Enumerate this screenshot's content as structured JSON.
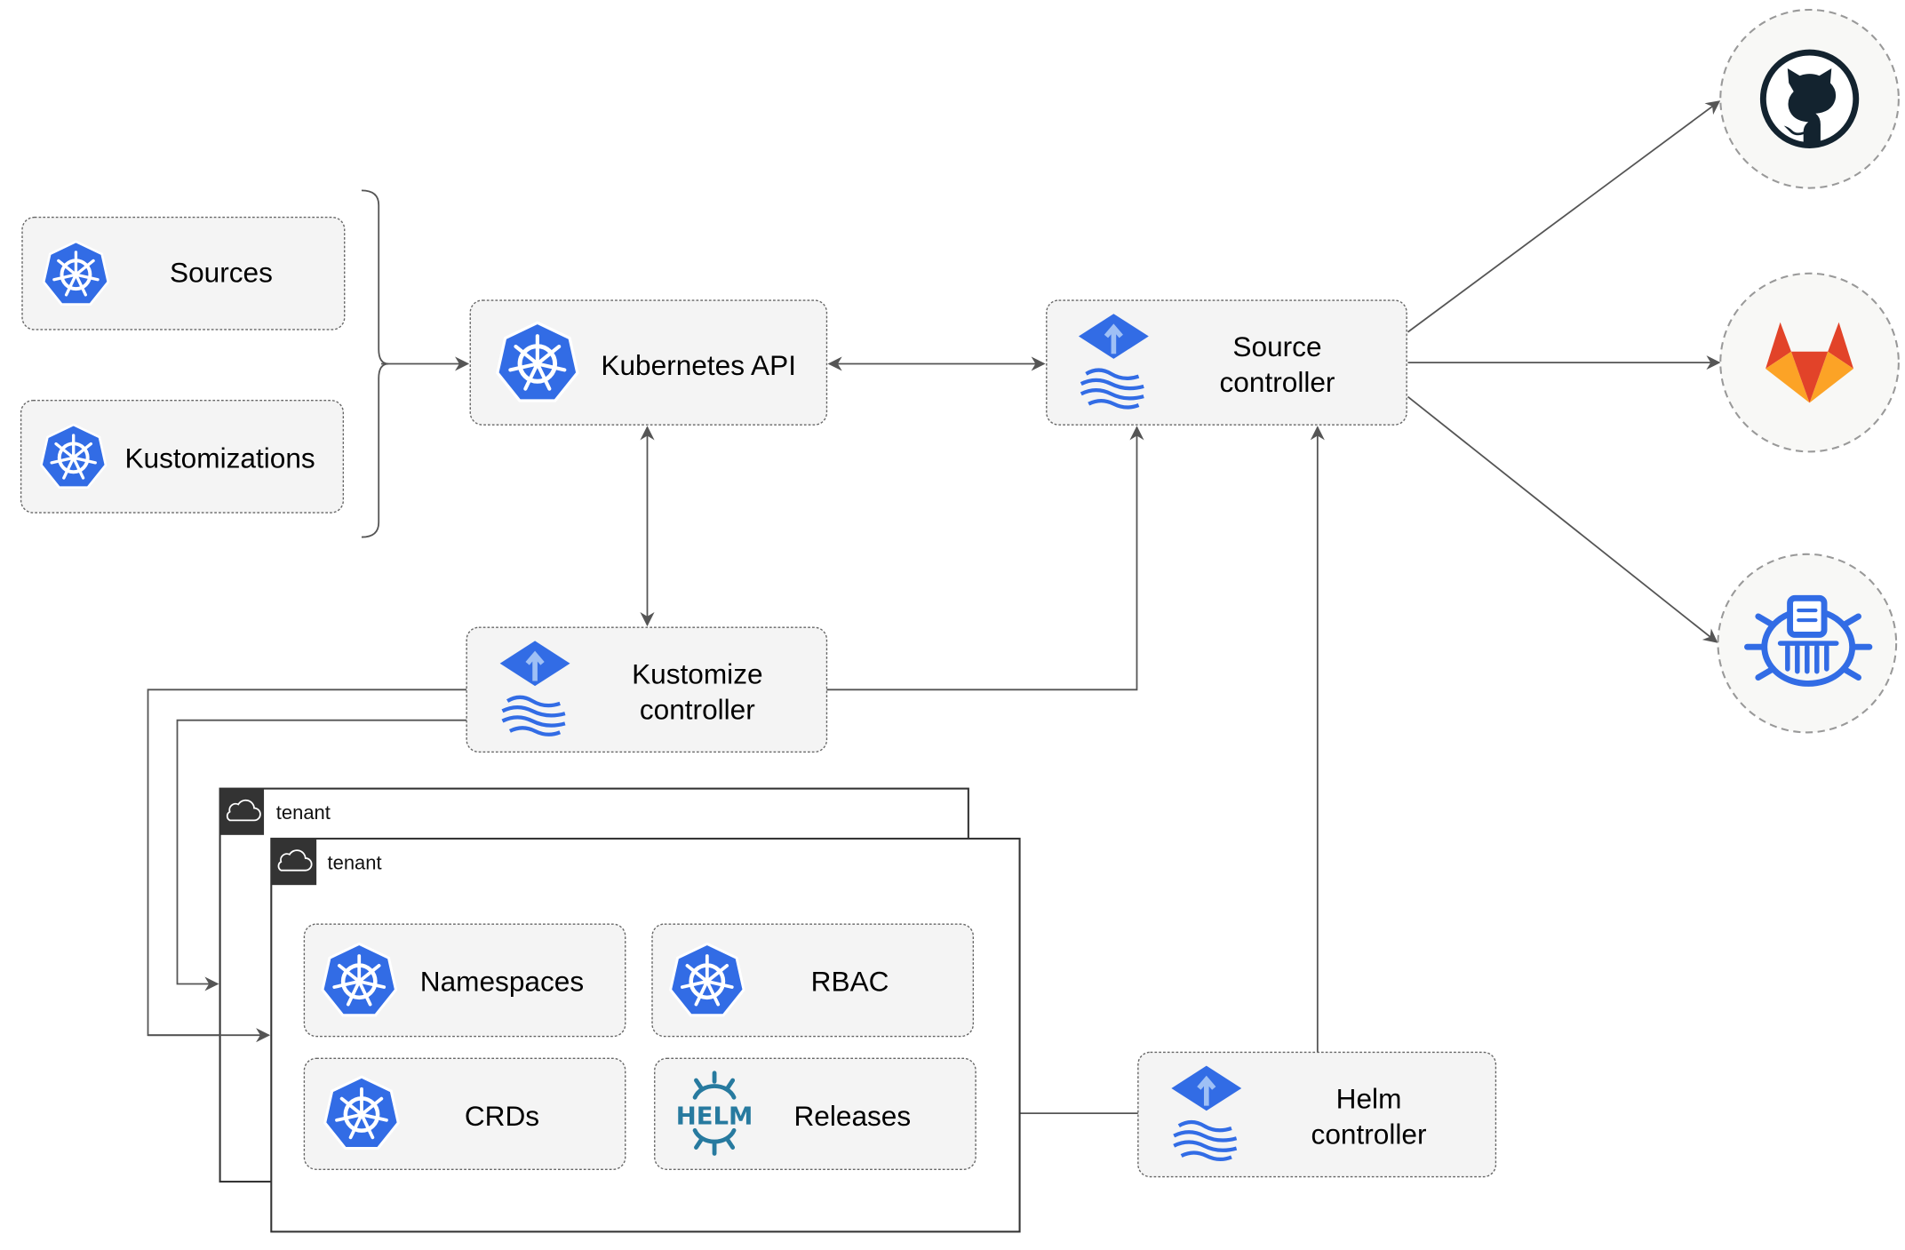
{
  "nodes": {
    "sources": "Sources",
    "kustomizations": "Kustomizations",
    "kubernetes_api": "Kubernetes API",
    "source_controller": [
      "Source",
      "controller"
    ],
    "kustomize_controller": [
      "Kustomize",
      "controller"
    ],
    "helm_controller": [
      "Helm",
      "controller"
    ],
    "namespaces": "Namespaces",
    "rbac": "RBAC",
    "crds": "CRDs",
    "releases": "Releases"
  },
  "tenants": [
    "tenant",
    "tenant"
  ],
  "logos": {
    "helm_text": "HELM"
  },
  "external": [
    "github-icon",
    "gitlab-icon",
    "bucket-icon"
  ],
  "colors": {
    "kubernetes": "#326CE5",
    "helm": "#277A9F",
    "gitlab_red": "#E24329",
    "gitlab_orange": "#FCA326",
    "github": "#13232F",
    "edge": "#555555"
  }
}
